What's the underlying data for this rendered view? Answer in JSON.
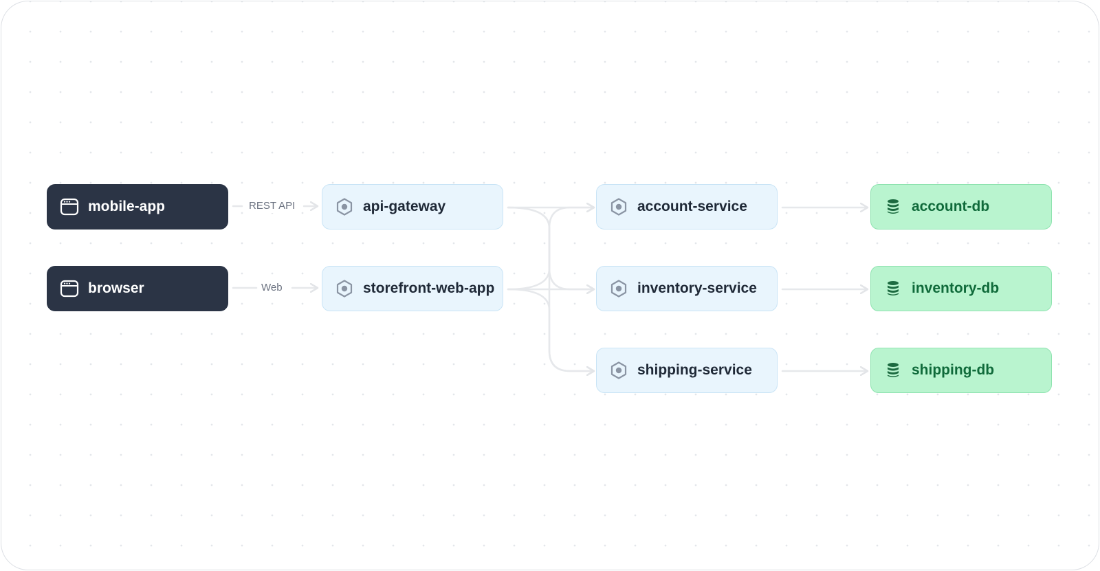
{
  "diagram": {
    "nodes": {
      "mobile_app": {
        "label": "mobile-app",
        "icon": "browser-window-icon",
        "kind": "client"
      },
      "browser": {
        "label": "browser",
        "icon": "browser-window-icon",
        "kind": "client"
      },
      "api_gateway": {
        "label": "api-gateway",
        "icon": "hexagon-service-icon",
        "kind": "service"
      },
      "storefront_web_app": {
        "label": "storefront-web-app",
        "icon": "hexagon-service-icon",
        "kind": "service"
      },
      "account_service": {
        "label": "account-service",
        "icon": "hexagon-service-icon",
        "kind": "service"
      },
      "inventory_service": {
        "label": "inventory-service",
        "icon": "hexagon-service-icon",
        "kind": "service"
      },
      "shipping_service": {
        "label": "shipping-service",
        "icon": "hexagon-service-icon",
        "kind": "service"
      },
      "account_db": {
        "label": "account-db",
        "icon": "database-icon",
        "kind": "database"
      },
      "inventory_db": {
        "label": "inventory-db",
        "icon": "database-icon",
        "kind": "database"
      },
      "shipping_db": {
        "label": "shipping-db",
        "icon": "database-icon",
        "kind": "database"
      }
    },
    "edges": [
      {
        "from": "mobile-app",
        "to": "api-gateway",
        "label": "REST API"
      },
      {
        "from": "browser",
        "to": "storefront-web-app",
        "label": "Web"
      },
      {
        "from": "api-gateway",
        "to": "account-service",
        "label": ""
      },
      {
        "from": "api-gateway",
        "to": "inventory-service",
        "label": ""
      },
      {
        "from": "api-gateway",
        "to": "shipping-service",
        "label": ""
      },
      {
        "from": "storefront-web-app",
        "to": "account-service",
        "label": ""
      },
      {
        "from": "storefront-web-app",
        "to": "inventory-service",
        "label": ""
      },
      {
        "from": "storefront-web-app",
        "to": "shipping-service",
        "label": ""
      },
      {
        "from": "account-service",
        "to": "account-db",
        "label": ""
      },
      {
        "from": "inventory-service",
        "to": "inventory-db",
        "label": ""
      },
      {
        "from": "shipping-service",
        "to": "shipping-db",
        "label": ""
      }
    ],
    "colors": {
      "client_fill": "#2b3445",
      "service_fill": "#e9f5fd",
      "service_border": "#c9e4f6",
      "db_fill": "#b9f4cf",
      "db_text": "#0f6a3a",
      "edge": "#e6e8eb"
    }
  }
}
